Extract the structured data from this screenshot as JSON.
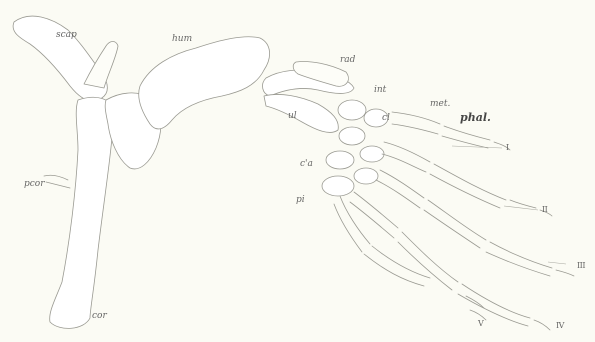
{
  "figure": {
    "labels": {
      "scap": "scap",
      "hum": "hum",
      "rad": "rad",
      "int": "int",
      "met": "met.",
      "phal": "phal.",
      "ul": "ul",
      "cl": "cl",
      "c_a": "c'a",
      "pi": "pi",
      "pcor": "pcor",
      "cor": "cor"
    },
    "digits": [
      "I",
      "II",
      "III",
      "IV",
      "V"
    ]
  }
}
